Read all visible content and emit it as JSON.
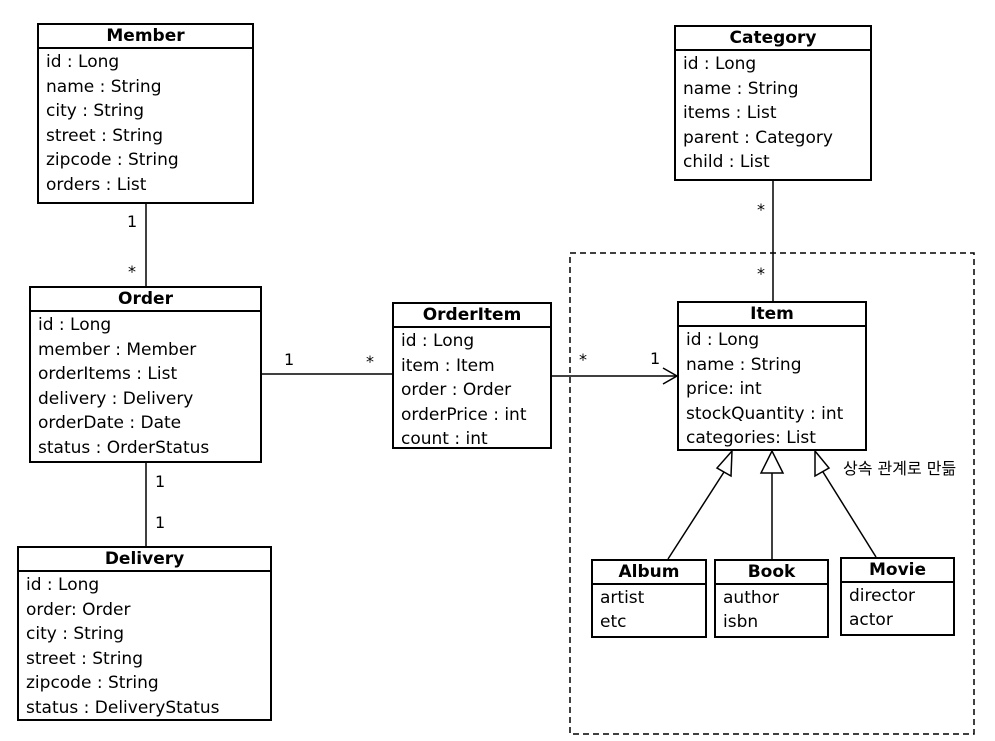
{
  "classes": {
    "member": {
      "name": "Member",
      "attrs": [
        "id : Long",
        "name : String",
        "city : String",
        "street : String",
        "zipcode : String",
        "orders : List"
      ]
    },
    "order": {
      "name": "Order",
      "attrs": [
        "id : Long",
        "member : Member",
        "orderItems : List",
        "delivery : Delivery",
        "orderDate : Date",
        "status : OrderStatus"
      ]
    },
    "delivery": {
      "name": "Delivery",
      "attrs": [
        "id : Long",
        "order: Order",
        "city : String",
        "street : String",
        "zipcode : String",
        "status : DeliveryStatus"
      ]
    },
    "orderitem": {
      "name": "OrderItem",
      "attrs": [
        "id : Long",
        "item : Item",
        "order : Order",
        "orderPrice : int",
        "count : int"
      ]
    },
    "category": {
      "name": "Category",
      "attrs": [
        "id : Long",
        "name : String",
        "items : List",
        "parent : Category",
        "child : List"
      ]
    },
    "item": {
      "name": "Item",
      "attrs": [
        "id : Long",
        "name : String",
        "price: int",
        "stockQuantity : int",
        "categories: List"
      ]
    },
    "album": {
      "name": "Album",
      "attrs": [
        "artist",
        "etc"
      ]
    },
    "book": {
      "name": "Book",
      "attrs": [
        "author",
        "isbn"
      ]
    },
    "movie": {
      "name": "Movie",
      "attrs": [
        "director",
        "actor"
      ]
    }
  },
  "multiplicities": {
    "member_order_member_end": "1",
    "member_order_order_end": "*",
    "order_orderitem_order_end": "1",
    "order_orderitem_orderitem_end": "*",
    "orderitem_item_orderitem_end": "*",
    "orderitem_item_item_end": "1",
    "category_item_category_end": "*",
    "category_item_item_end": "*",
    "order_delivery_order_end": "1",
    "order_delivery_delivery_end": "1"
  },
  "inheritance_note": "상속 관계로 만듦"
}
